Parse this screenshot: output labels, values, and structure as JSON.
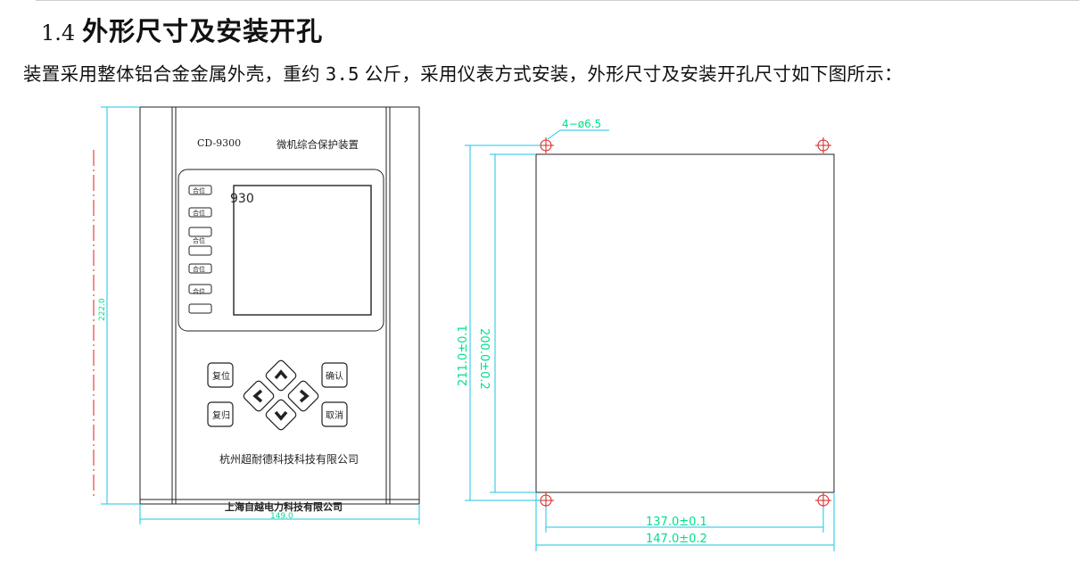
{
  "section": {
    "number": "1.4",
    "title": "外形尺寸及安装开孔"
  },
  "paragraph": {
    "before": "装置采用整体铝合金金属外壳，重约",
    "weight": "3.5",
    "after": "公斤，采用仪表方式安装，外形尺寸及安装开孔尺寸如下图所示："
  },
  "front_view": {
    "model": "CD-9300",
    "device_name": "微机综合保护装置",
    "screen_text": "930",
    "indicator_labels": [
      "合位",
      "合位",
      "合位",
      "合位",
      "合位"
    ],
    "buttons": {
      "reset": "复位",
      "return": "复归",
      "confirm": "确认",
      "cancel": "取消"
    },
    "maker_panel": "杭州超耐德科技科技有限公司",
    "maker_base": "上海自越电力科技有限公司",
    "dim_height": "222.0",
    "dim_width": "149.0"
  },
  "cutout": {
    "holes": "4−ø6.5",
    "dim_outer_height": "211.0±0.1",
    "dim_inner_height": "200.0±0.2",
    "dim_inner_width": "137.0±0.1",
    "dim_outer_width": "147.0±0.2"
  },
  "colors": {
    "dimension": "#00e08a",
    "cyan": "#19c6e6",
    "outline": "#222222",
    "centerline": "#d9201e"
  }
}
